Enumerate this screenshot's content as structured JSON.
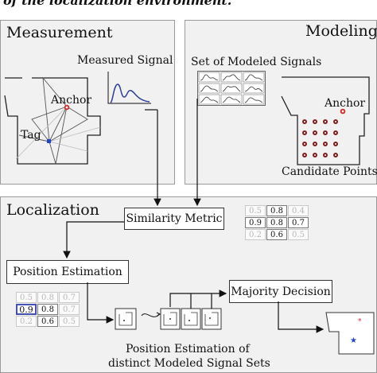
{
  "header": {
    "cropped_title": "of the localization environment."
  },
  "measurement": {
    "title": "Measurement",
    "signal_label": "Measured Signal",
    "anchor_label": "Anchor",
    "tag_label": "Tag"
  },
  "modeling": {
    "title": "Modeling",
    "set_label": "Set of Modeled Signals",
    "anchor_label": "Anchor",
    "candidate_label": "Candidate Points"
  },
  "localization": {
    "title": "Localization",
    "similarity_metric": "Similarity Metric",
    "position_estimation": "Position Estimation",
    "majority_decision": "Majority Decision",
    "caption_line1": "Position Estimation of",
    "caption_line2": "distinct Modeled Signal Sets",
    "similarity_values": [
      "0.5",
      "0.8",
      "0.4",
      "0.9",
      "0.8",
      "0.7",
      "0.2",
      "0.6",
      "0.5"
    ],
    "estimation_values": [
      "0.5",
      "0.8",
      "0.7",
      "0.9",
      "0.8",
      "0.7",
      "0.2",
      "0.6",
      "0.5"
    ]
  },
  "colors": {
    "panel": "#f1f1f1",
    "anchor": "#d03030",
    "tag": "#2244cc",
    "candidate": "#7a1e1e",
    "selection": "#4452b5",
    "signal": "#2e3f9a"
  }
}
